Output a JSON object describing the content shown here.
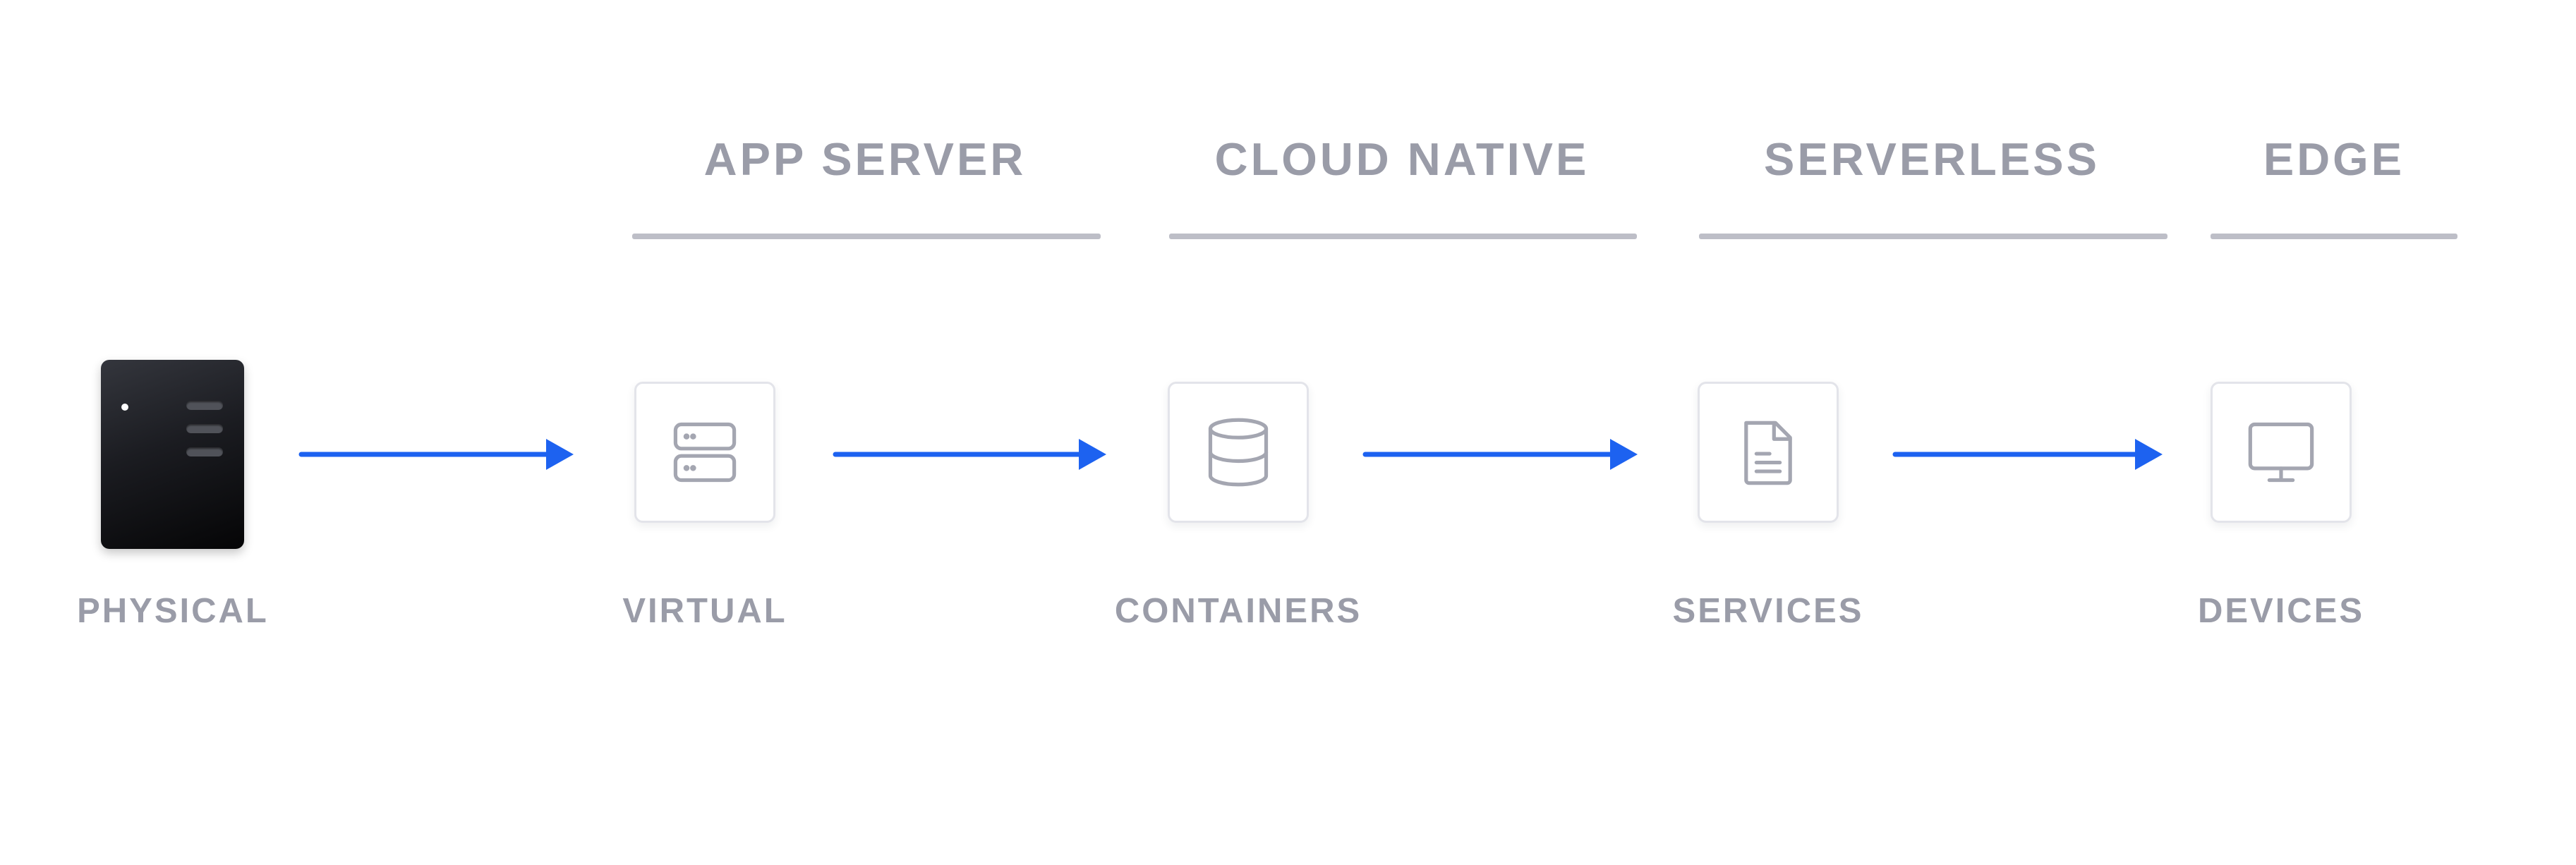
{
  "eras": [
    {
      "title": "APP SERVER"
    },
    {
      "title": "CLOUD NATIVE"
    },
    {
      "title": "SERVERLESS"
    },
    {
      "title": "EDGE"
    }
  ],
  "stages": [
    {
      "label": "PHYSICAL",
      "icon": "server-hardware-icon"
    },
    {
      "label": "VIRTUAL",
      "icon": "server-stack-icon"
    },
    {
      "label": "CONTAINERS",
      "icon": "database-icon"
    },
    {
      "label": "SERVICES",
      "icon": "document-icon"
    },
    {
      "label": "DEVICES",
      "icon": "monitor-icon"
    }
  ],
  "colors": {
    "arrow": "#1d62f0",
    "label_text": "#9a9ca8",
    "divider": "#bdbec7",
    "icon_stroke": "#a4a6b1",
    "tile_border": "#e3e4ea",
    "server_body": "#16171b"
  }
}
